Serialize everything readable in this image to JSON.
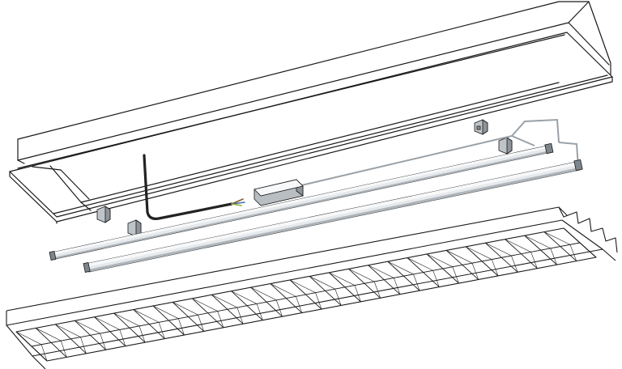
{
  "colors": {
    "background": "#ffffff",
    "outline": "#1a1a1a",
    "tube_body": "#e6e9ec",
    "tube_highlight": "#f7f8f9",
    "tube_shadow": "#aeb5bb",
    "tube_end": "#7d858c",
    "driver_box": "#b9bec3",
    "driver_box_dark": "#8e949a",
    "cable": "#222222",
    "wire_brown": "#8a5a2b",
    "wire_blue": "#3a6ea8",
    "wire_green_yellow": "#8fae3a",
    "clip": "#bfc4c9",
    "rod": "#9aa1a7"
  },
  "components": [
    {
      "id": "housing",
      "icon": "recessed-housing-icon"
    },
    {
      "id": "cable",
      "icon": "power-cable-icon"
    },
    {
      "id": "driver",
      "icon": "led-driver-icon"
    },
    {
      "id": "tube-front",
      "icon": "led-tube-icon"
    },
    {
      "id": "tube-back",
      "icon": "led-tube-icon"
    },
    {
      "id": "louver",
      "icon": "louver-grid-icon"
    },
    {
      "id": "clips",
      "icon": "mounting-clip-icon"
    }
  ]
}
